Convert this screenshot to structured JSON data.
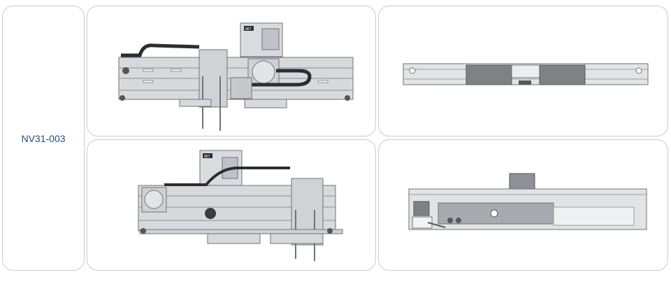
{
  "product": {
    "model_code": "NV31-003"
  },
  "images": [
    {
      "view": "door-operator-front-view-a",
      "badge": "MIT"
    },
    {
      "view": "door-operator-top-rail-view"
    },
    {
      "view": "door-operator-front-view-b",
      "badge": "MIT"
    },
    {
      "view": "door-operator-rear-view"
    }
  ],
  "colors": {
    "border": "#c9ccd1",
    "label": "#1f4e8c",
    "metal": "#d7d9dc",
    "edge": "#6f7378",
    "dark": "#2b2d30"
  }
}
